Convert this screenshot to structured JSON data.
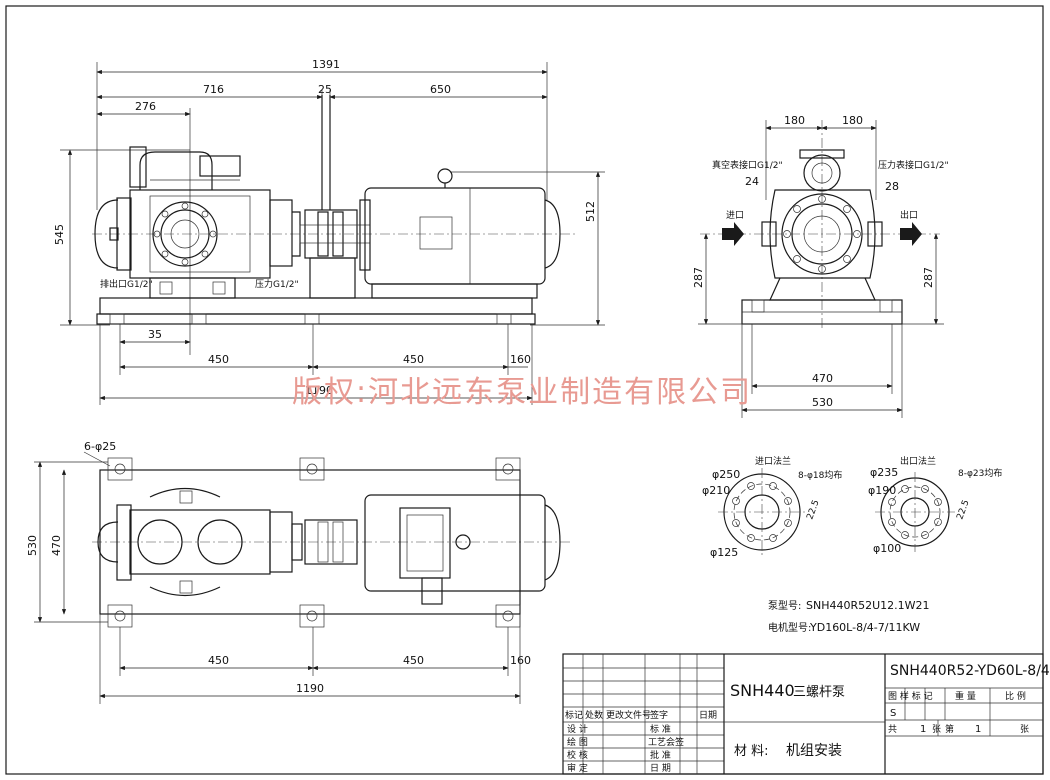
{
  "watermark": "版权:河北远东泵业制造有限公司",
  "front_view": {
    "dims": {
      "overall": "1391",
      "d716": "716",
      "d25": "25",
      "d650": "650",
      "d276": "276",
      "height": "545",
      "shaft_height": "512",
      "d35": "35",
      "d450a": "450",
      "d450b": "450",
      "d160": "160",
      "d1190": "1190"
    },
    "labels": {
      "left_port": "排出口G1/2\"",
      "right_port": "压力G1/2\""
    }
  },
  "side_view": {
    "dims": {
      "d180a": "180",
      "d180b": "180",
      "d24": "24",
      "d28": "28",
      "h287a": "287",
      "h287b": "287",
      "d470": "470",
      "d530": "530"
    },
    "labels": {
      "inlet": "进口",
      "outlet": "出口",
      "left_gauge": "真空表接口G1/2\"",
      "right_gauge": "压力表接口G1/2\""
    }
  },
  "top_view": {
    "dims": {
      "holes": "6-φ25",
      "d530": "530",
      "d470": "470",
      "d450a": "450",
      "d450b": "450",
      "d160": "160",
      "d1190": "1190"
    }
  },
  "flanges": {
    "inlet": {
      "title": "进口法兰",
      "outer": "φ250",
      "pcd": "φ210",
      "bore": "φ125",
      "holes": "8-φ18均布",
      "angle": "22.5"
    },
    "outlet": {
      "title": "出口法兰",
      "outer": "φ235",
      "pcd": "φ190",
      "bore": "φ100",
      "holes": "8-φ23均布",
      "angle": "22.5"
    }
  },
  "spec": {
    "pump_label": "泵型号:",
    "pump_model": "SNH440R52U12.1W21",
    "motor_label": "电机型号:",
    "motor_model": "YD160L-8/4-7/11KW"
  },
  "title_block": {
    "name_code": "SNH440",
    "name_cn": "三螺杆泵",
    "drawing_no": "SNH440R52-YD60L-8/4",
    "material_label": "材 料:",
    "material_value": "机组安装",
    "header": [
      "图",
      "样",
      "标",
      "记",
      "重",
      "量",
      "比",
      "例"
    ],
    "mark": "S",
    "total_label": "共",
    "total_value": "1",
    "sheet_unit": "张",
    "page_label": "第",
    "page_value": "1",
    "page_unit": "张",
    "rev_header": [
      "标记",
      "处数",
      "更改文件号",
      "签字",
      "日期"
    ],
    "roles_left": [
      "设",
      "计",
      "绘",
      "图",
      "校",
      "核",
      "审",
      "定"
    ],
    "roles_right": [
      "标",
      "准",
      "工艺会签",
      "批",
      "准",
      "日",
      "期"
    ]
  }
}
